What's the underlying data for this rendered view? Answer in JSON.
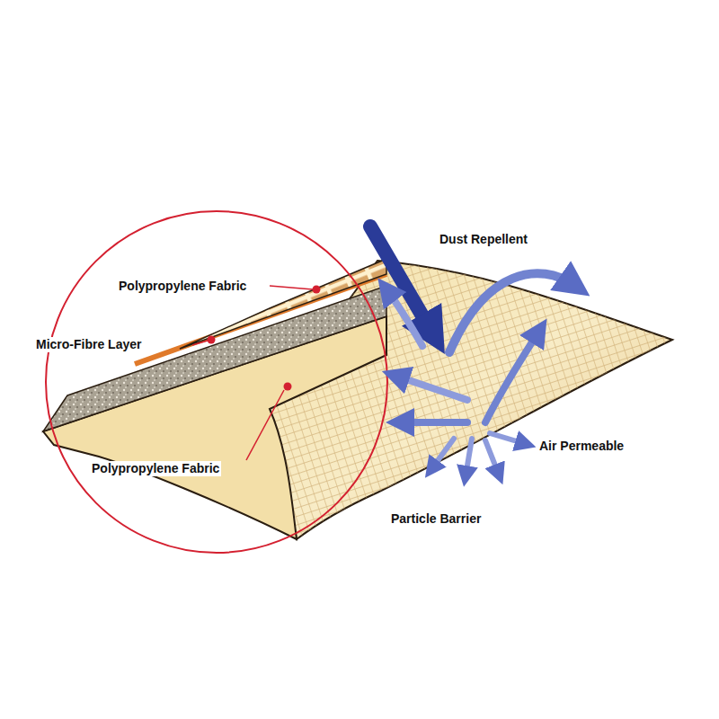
{
  "diagram": {
    "labels": [
      "Dust Repellent",
      "Polypropylene Fabric",
      "Micro-Fibre Layer",
      "Polypropylene Fabric",
      "Air Permeable",
      "Particle Barrier"
    ]
  }
}
